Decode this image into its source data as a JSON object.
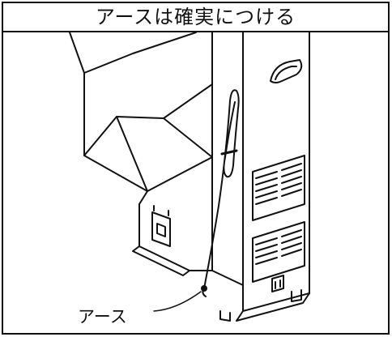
{
  "title": "アースは確実につける",
  "callout": {
    "label": "アース"
  },
  "illustration": {
    "subject": "machine-cabinet-with-ground-wire",
    "line_color": "#111111",
    "fill_color": "#ffffff"
  }
}
